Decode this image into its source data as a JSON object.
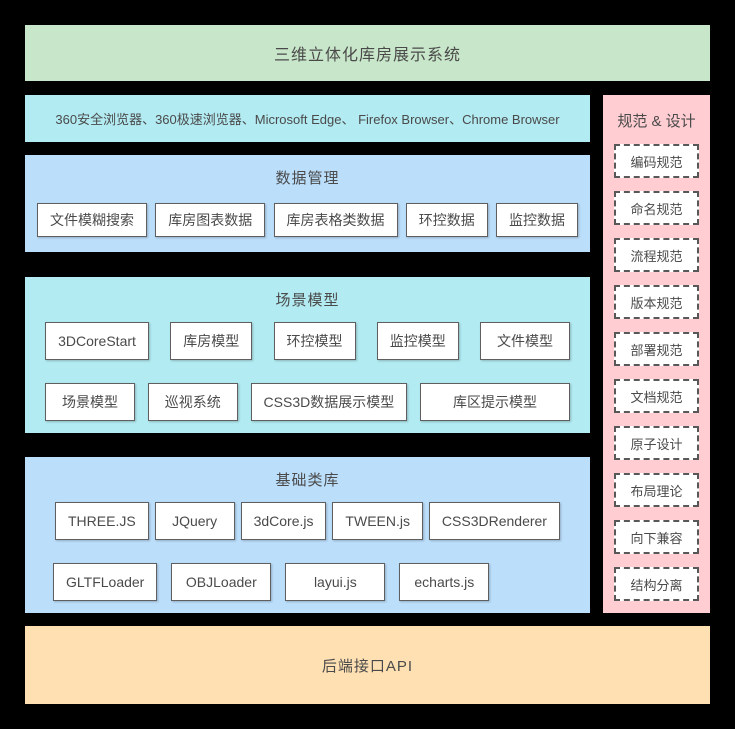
{
  "header": {
    "title": "三维立体化库房展示系统"
  },
  "browser_bar": {
    "text": "360安全浏览器、360极速浏览器、Microsoft Edge、 Firefox Browser、Chrome Browser"
  },
  "sections": [
    {
      "title": "数据管理",
      "rows": [
        [
          "文件模糊搜索",
          "库房图表数据",
          "库房表格类数据",
          "环控数据",
          "监控数据"
        ]
      ]
    },
    {
      "title": "场景模型",
      "rows": [
        [
          "3DCoreStart",
          "库房模型",
          "环控模型",
          "监控模型",
          "文件模型"
        ],
        [
          "场景模型",
          "巡视系统",
          "CSS3D数据展示模型",
          "库区提示模型"
        ]
      ]
    },
    {
      "title": "基础类库",
      "rows": [
        [
          "THREE.JS",
          "JQuery",
          "3dCore.js",
          "TWEEN.js",
          "CSS3DRenderer"
        ],
        [
          "GLTFLoader",
          "OBJLoader",
          "layui.js",
          "echarts.js"
        ]
      ]
    }
  ],
  "standards": {
    "title": "规范 & 设计",
    "items": [
      "编码规范",
      "命名规范",
      "流程规范",
      "版本规范",
      "部署规范",
      "文档规范",
      "原子设计",
      "布局理论",
      "向下兼容",
      "结构分离"
    ]
  },
  "footer": {
    "title": "后端接口API"
  },
  "colors": {
    "green": "#c8e6c9",
    "cyan": "#b2ebf2",
    "blue": "#bbdefb",
    "pink": "#ffcdd2",
    "orange": "#ffe0b2",
    "ink": "#4a4a4a",
    "node-border": "#5f5f5f",
    "dash-border": "#585858"
  }
}
